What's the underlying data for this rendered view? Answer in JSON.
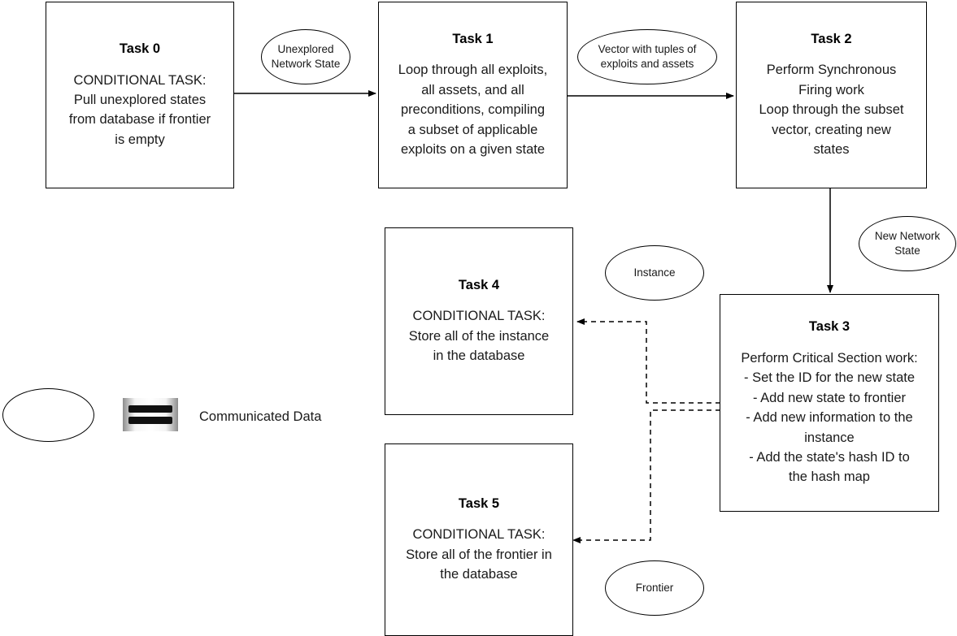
{
  "diagram": {
    "title": "Parallel task pipeline flowchart",
    "stroke_color": "#000000",
    "text_color": "#1a1a1a",
    "background": "#ffffff"
  },
  "nodes": [
    {
      "id": "task0",
      "title": "Task 0",
      "body": "CONDITIONAL TASK:\nPull unexplored states\nfrom database if frontier\nis empty"
    },
    {
      "id": "task1",
      "title": "Task 1",
      "body": "Loop through all exploits,\nall assets, and all\npreconditions, compiling\na subset of applicable\nexploits on a given state"
    },
    {
      "id": "task2",
      "title": "Task 2",
      "body": "Perform Synchronous\nFiring work\nLoop through the subset\nvector, creating new\nstates"
    },
    {
      "id": "task3",
      "title": "Task 3",
      "body": "Perform Critical Section work:\n- Set the ID for the new state\n- Add new state to frontier\n- Add new information to the\ninstance\n- Add the state's hash ID to\nthe hash map"
    },
    {
      "id": "task4",
      "title": "Task 4",
      "body": "CONDITIONAL TASK:\nStore all of the instance\nin the database"
    },
    {
      "id": "task5",
      "title": "Task 5",
      "body": "CONDITIONAL TASK:\nStore all of the frontier in\nthe database"
    }
  ],
  "data_labels": [
    {
      "id": "unexplored-network-state",
      "label": "Unexplored\nNetwork State"
    },
    {
      "id": "vector-tuples",
      "label": "Vector with tuples of\nexploits and assets"
    },
    {
      "id": "new-network-state",
      "label": "New Network\nState"
    },
    {
      "id": "instance",
      "label": "Instance"
    },
    {
      "id": "frontier",
      "label": "Frontier"
    }
  ],
  "edges": [
    {
      "id": "task0-to-task1",
      "from": "task0",
      "to": "task1",
      "style": "solid",
      "label_ref": "unexplored-network-state"
    },
    {
      "id": "task1-to-task2",
      "from": "task1",
      "to": "task2",
      "style": "solid",
      "label_ref": "vector-tuples"
    },
    {
      "id": "task2-to-task3",
      "from": "task2",
      "to": "task3",
      "style": "solid",
      "label_ref": "new-network-state"
    },
    {
      "id": "task3-to-task4",
      "from": "task3",
      "to": "task4",
      "style": "dashed",
      "label_ref": "instance"
    },
    {
      "id": "task3-to-task5",
      "from": "task3",
      "to": "task5",
      "style": "dashed",
      "label_ref": "frontier"
    }
  ],
  "legend": {
    "shape_name": "ellipse",
    "icon_name": "equals-icon",
    "caption": "Communicated Data"
  }
}
